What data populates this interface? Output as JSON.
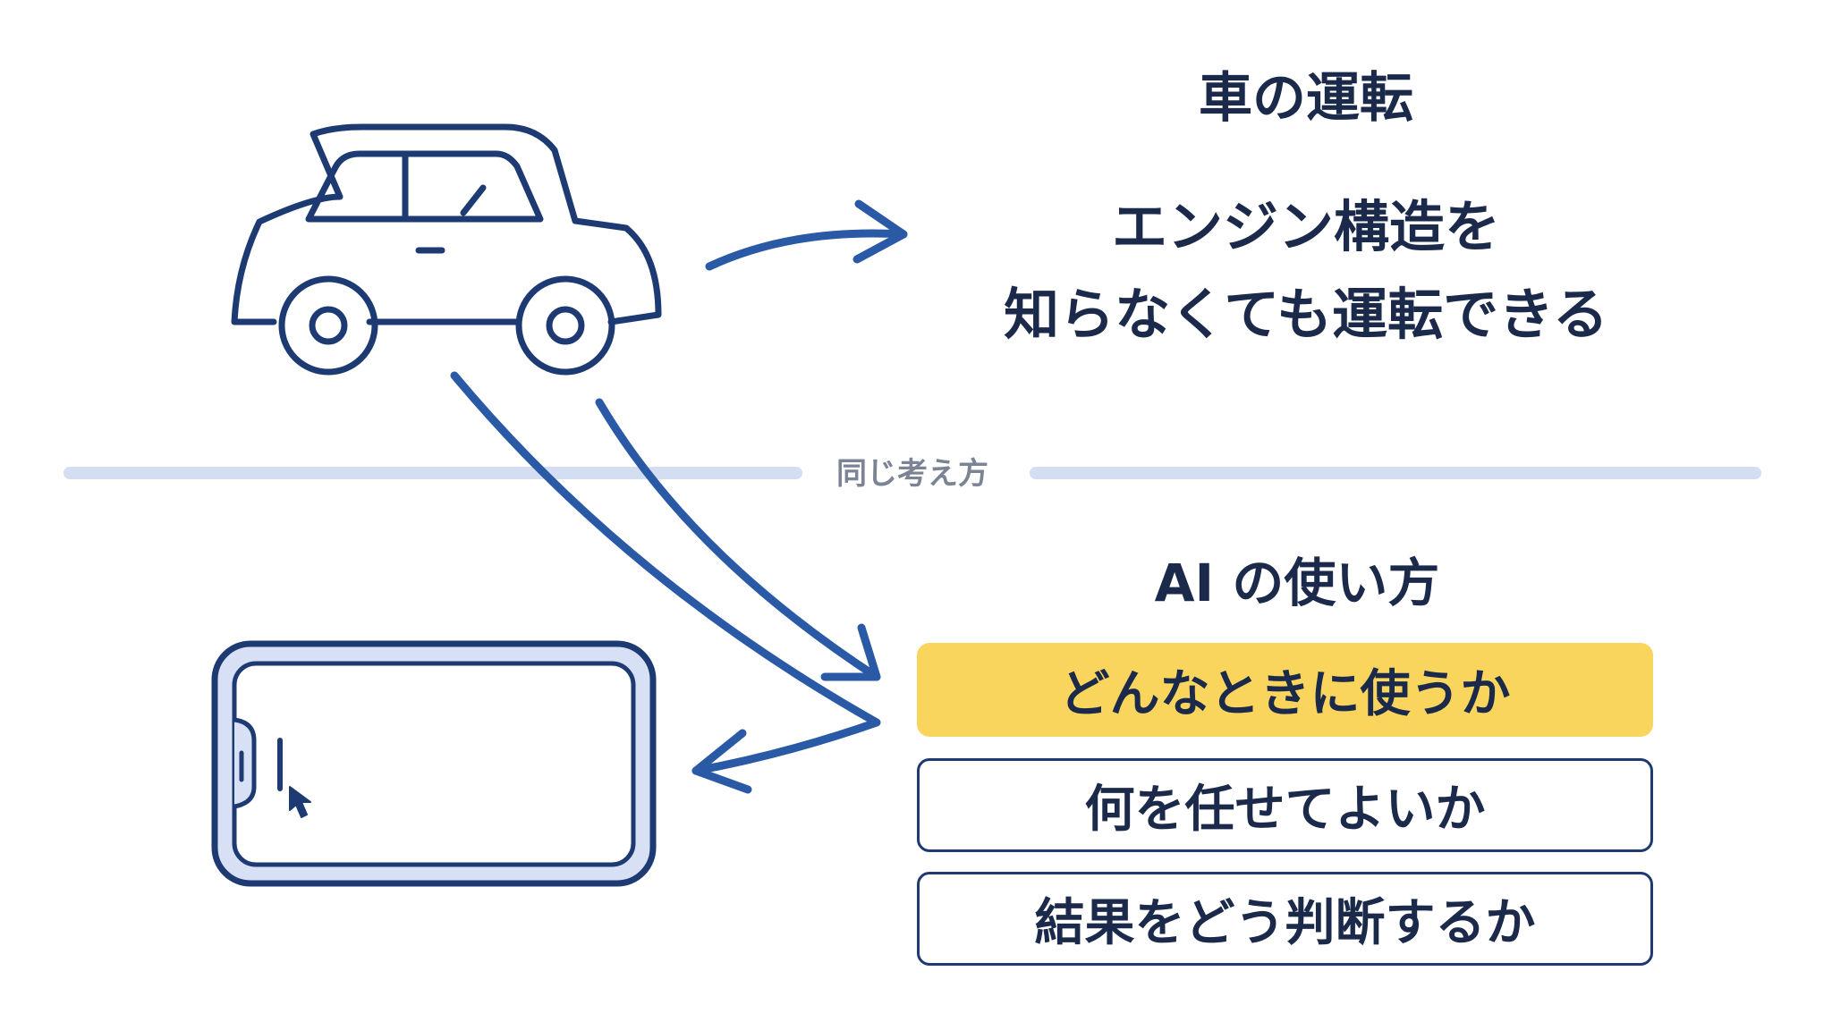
{
  "colors": {
    "ink": "#1d3a73",
    "arrow": "#2a5aa6",
    "divider": "#d3def3",
    "highlight": "#f9d55e",
    "text": "#1b2a4a",
    "muted": "#7b8494"
  },
  "car_section": {
    "title": "車の運転",
    "description_lines": [
      "エンジン構造を",
      "知らなくても運転できる"
    ]
  },
  "divider": {
    "label": "同じ考え方"
  },
  "ai_section": {
    "title": "AI の使い方",
    "items": [
      {
        "label": "どんなときに使うか",
        "highlighted": true
      },
      {
        "label": "何を任せてよいか",
        "highlighted": false
      },
      {
        "label": "結果をどう判断するか",
        "highlighted": false
      }
    ]
  },
  "icons": [
    "car-icon",
    "smartphone-icon",
    "cursor-icon"
  ]
}
